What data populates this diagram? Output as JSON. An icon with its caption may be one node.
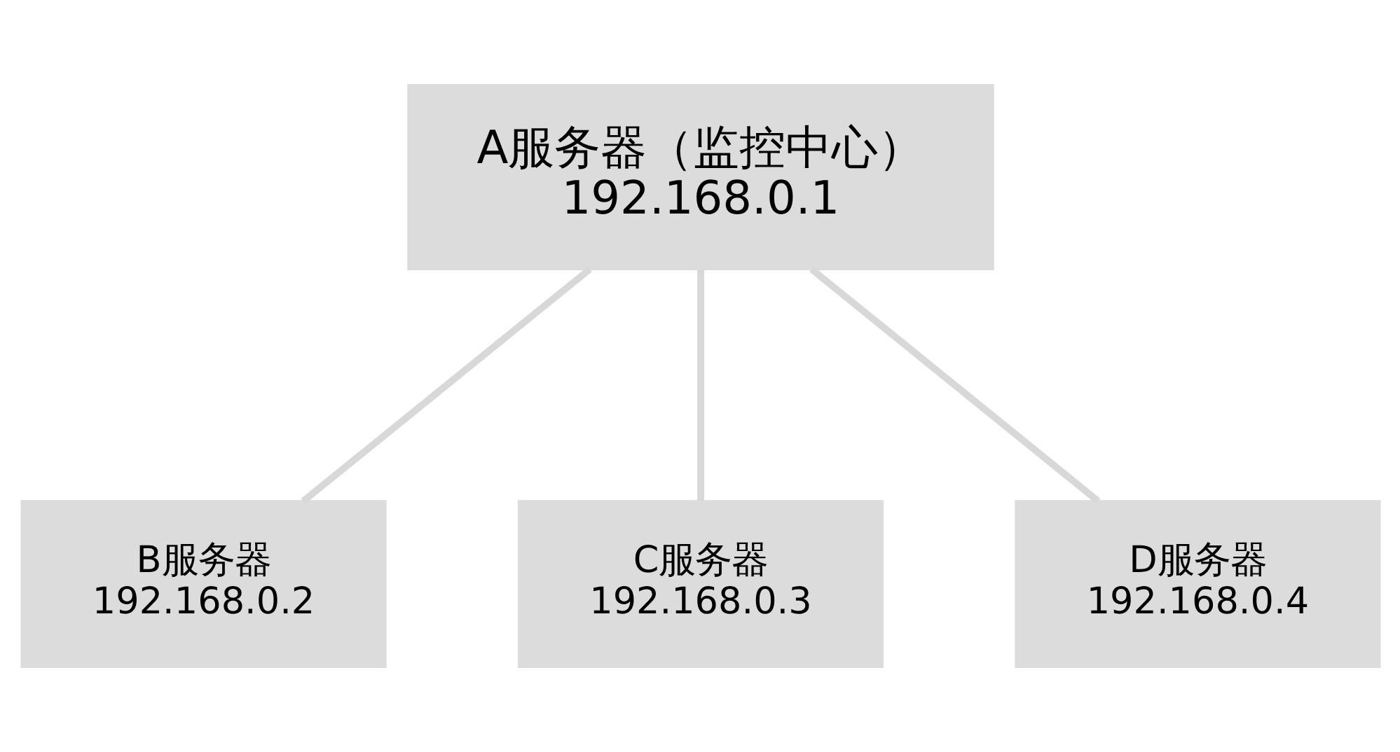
{
  "diagram": {
    "nodes": [
      {
        "text": [
          "A服务器（监控中心）",
          "192.168.0.1"
        ]
      },
      {
        "text": [
          "B服务器",
          "192.168.0.2"
        ]
      },
      {
        "text": [
          "C服务器",
          "192.168.0.3"
        ]
      },
      {
        "text": [
          "D服务器",
          "192.168.0.4"
        ]
      }
    ],
    "edges": [
      {
        "from": 0,
        "to": 1,
        "arrow": "none"
      },
      {
        "from": 0,
        "to": 2,
        "arrow": "none"
      },
      {
        "from": 0,
        "to": 3,
        "arrow": "none"
      }
    ]
  }
}
